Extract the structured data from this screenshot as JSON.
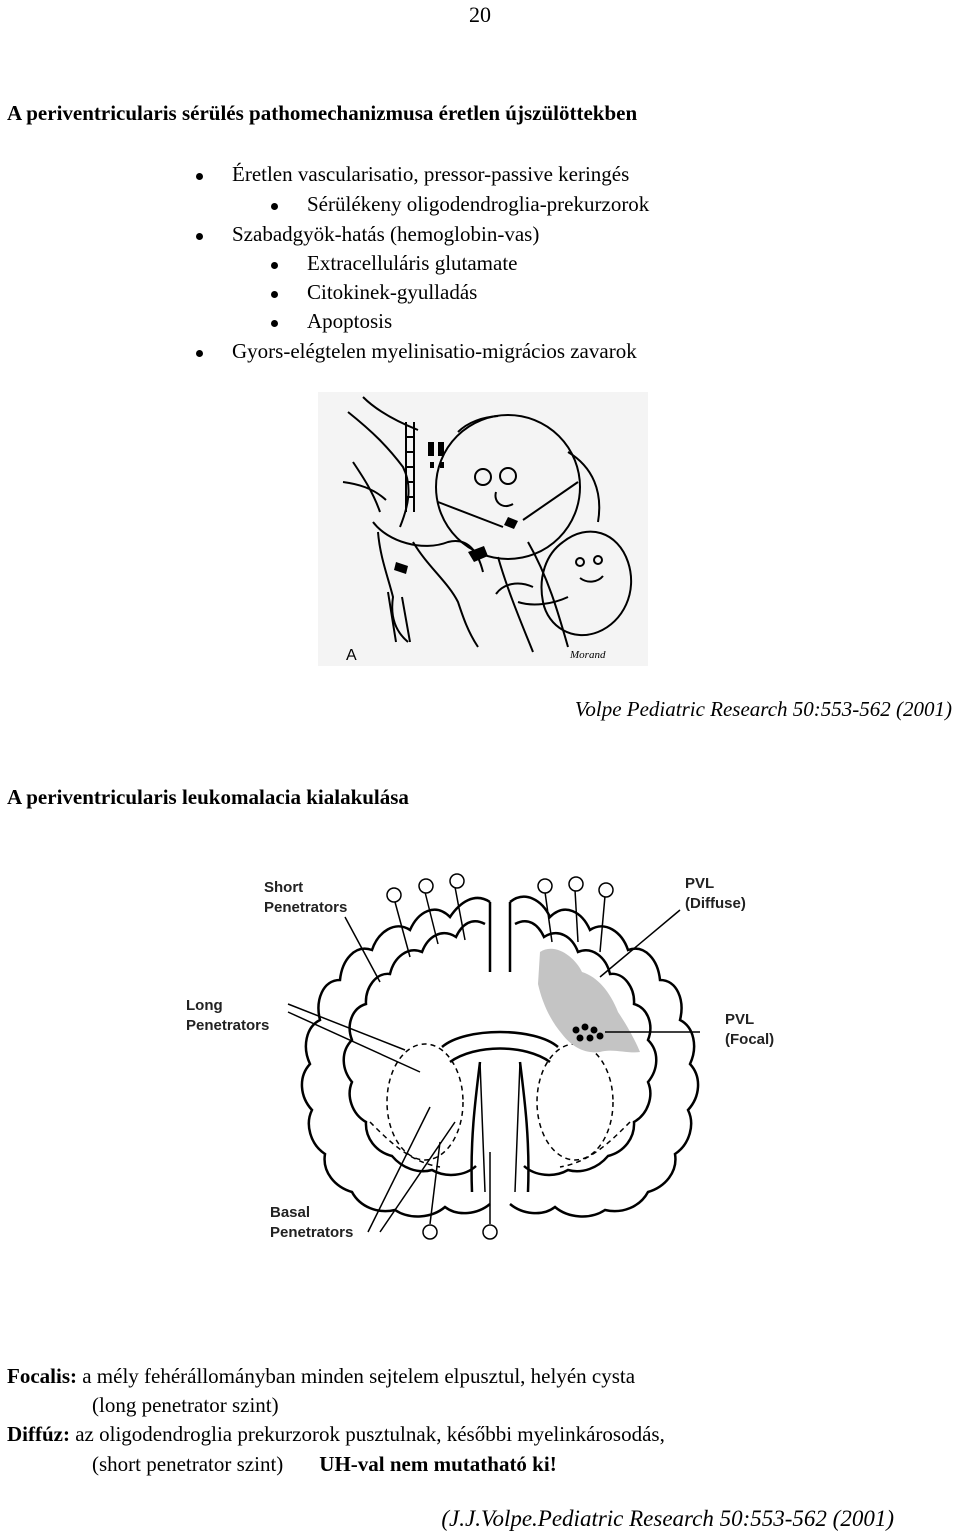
{
  "page_number": "20",
  "heading1": "A periventricularis sérülés pathomechanizmusa éretlen újszülöttekben",
  "bullets": [
    {
      "text": "Éretlen vascularisatio, pressor-passive keringés"
    },
    {
      "text": "Sérülékeny oligodendroglia-prekurzorok"
    },
    {
      "text": "Szabadgyök-hatás (hemoglobin-vas)"
    },
    {
      "text": "Extracelluláris glutamate"
    },
    {
      "text": "Citokinek-gyulladás"
    },
    {
      "text": "Apoptosis"
    },
    {
      "text": "Gyors-elégtelen myelinisatio-migrácios zavarok"
    }
  ],
  "figure1": {
    "panel_label": "A",
    "signature": "Morand"
  },
  "citation1": "Volpe Pediatric Research 50:553-562 (2001)",
  "heading2": "A periventricularis leukomalacia kialakulása",
  "figure2": {
    "labels": {
      "short": "Short\nPenetrators",
      "long": "Long\nPenetrators",
      "basal": "Basal\nPenetrators",
      "pvl_diffuse": "PVL\n(Diffuse)",
      "pvl_focal": "PVL\n(Focal)"
    },
    "colors": {
      "diffuse_region": "#c4c4c4",
      "outline": "#000000"
    }
  },
  "paragraphs": {
    "focalis_term": "Focalis:",
    "focalis_text": " a mély fehérállományban minden sejtelem elpusztul, helyén cysta",
    "focalis_text2": "(long penetrator szint)",
    "diffuz_term": "Diffúz:",
    "diffuz_text": " az oligodendroglia prekurzorok pusztulnak, későbbi myelinkárosodás,",
    "diffuz_text2": "(short penetrator szint)",
    "diffuz_emph": "UH-val nem mutatható ki!"
  },
  "citation2": "(J.J.Volpe.Pediatric Research 50:553-562 (2001)"
}
